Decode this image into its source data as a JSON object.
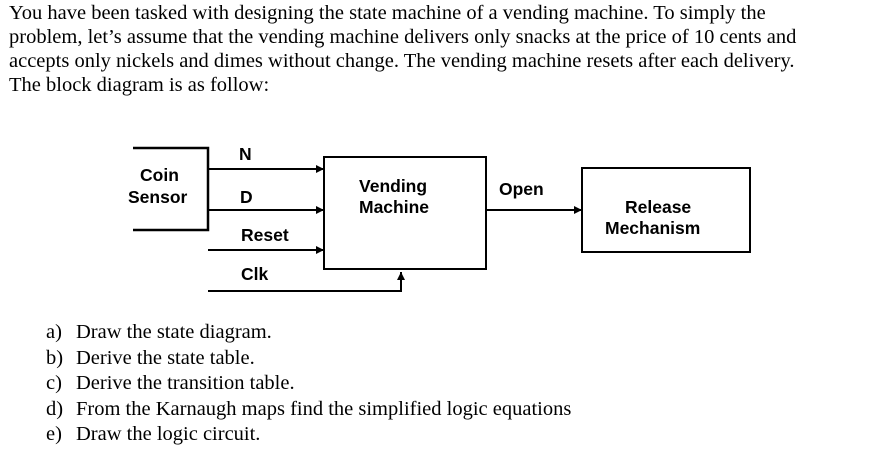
{
  "intro_lines": [
    "You have been tasked with designing the state machine of a vending machine. To simply the",
    "problem, let’s assume that the vending machine delivers only snacks at the price of 10 cents and",
    "accepts only nickels and dimes without change. The vending machine resets after each delivery.",
    "The block diagram is as follow:"
  ],
  "diagram": {
    "coin_sensor": [
      "Coin",
      "Sensor"
    ],
    "signal_n": "N",
    "signal_d": "D",
    "signal_reset": "Reset",
    "signal_clk": "Clk",
    "vending_machine": [
      "Vending",
      "Machine"
    ],
    "signal_open": "Open",
    "release_mechanism": [
      "Release",
      "Mechanism"
    ]
  },
  "questions": [
    {
      "letter": "a)",
      "text": "Draw the state diagram."
    },
    {
      "letter": "b)",
      "text": "Derive the state table."
    },
    {
      "letter": "c)",
      "text": "Derive the transition table."
    },
    {
      "letter": "d)",
      "text": "From the Karnaugh maps find the simplified logic equations"
    },
    {
      "letter": "e)",
      "text": "Draw the logic circuit."
    }
  ]
}
